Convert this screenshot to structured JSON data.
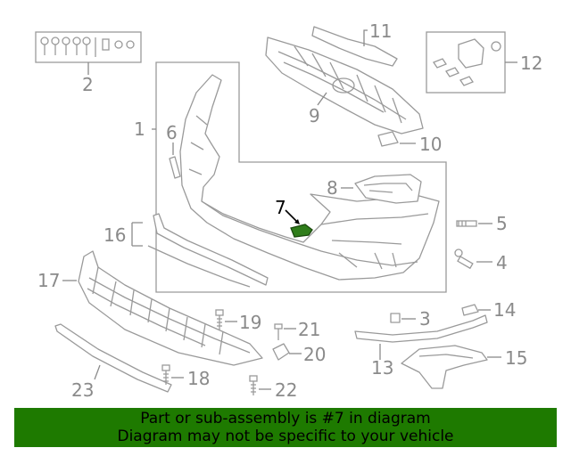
{
  "diagram": {
    "callouts": [
      {
        "id": "c1",
        "label": "1"
      },
      {
        "id": "c2",
        "label": "2"
      },
      {
        "id": "c3",
        "label": "3"
      },
      {
        "id": "c4",
        "label": "4"
      },
      {
        "id": "c5",
        "label": "5"
      },
      {
        "id": "c6",
        "label": "6"
      },
      {
        "id": "c7",
        "label": "7"
      },
      {
        "id": "c8",
        "label": "8"
      },
      {
        "id": "c9",
        "label": "9"
      },
      {
        "id": "c10",
        "label": "10"
      },
      {
        "id": "c11",
        "label": "11"
      },
      {
        "id": "c12",
        "label": "12"
      },
      {
        "id": "c13",
        "label": "13"
      },
      {
        "id": "c14",
        "label": "14"
      },
      {
        "id": "c15",
        "label": "15"
      },
      {
        "id": "c16",
        "label": "16"
      },
      {
        "id": "c17",
        "label": "17"
      },
      {
        "id": "c18",
        "label": "18"
      },
      {
        "id": "c19",
        "label": "19"
      },
      {
        "id": "c20",
        "label": "20"
      },
      {
        "id": "c21",
        "label": "21"
      },
      {
        "id": "c22",
        "label": "22"
      },
      {
        "id": "c23",
        "label": "23"
      }
    ],
    "highlight_part": "7",
    "colors": {
      "highlight_fill": "#2f7d1a",
      "line": "#9a9a9a",
      "text": "#8a8a8a",
      "banner": "#1e7a00"
    }
  },
  "banner": {
    "line1": "Part or sub-assembly is #7 in diagram",
    "line2": "Diagram may not be specific to your vehicle"
  }
}
